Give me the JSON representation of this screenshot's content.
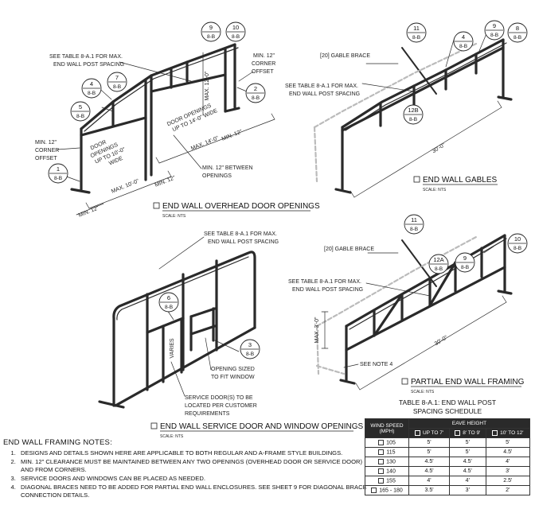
{
  "details": {
    "overhead": {
      "title": "END WALL OVERHEAD DOOR OPENINGS",
      "scale": "SCALE: NTS",
      "notes": {
        "max_spacing": [
          "SEE TABLE 8-A.1 FOR MAX.",
          "END WALL POST SPACING"
        ],
        "min_corner_left": [
          "MIN. 12\"",
          "CORNER",
          "OFFSET"
        ],
        "min_corner_right": [
          "MIN. 12\"",
          "CORNER",
          "OFFSET"
        ],
        "door_left": [
          "DOOR",
          "OPENINGS",
          "UP TO 10'-0\"",
          "WIDE"
        ],
        "door_right": [
          "DOOR OPENINGS",
          "UP TO 14'-0\" WIDE"
        ],
        "max_12": "MAX. 12'-0\"",
        "max_10": "MAX. 10'-0\"",
        "max_14": "MAX. 14'-0\"",
        "min_12_a": "MIN. 12\"",
        "min_12_b": "MIN. 12\"",
        "min_12_c": "MIN. 12\"",
        "between": [
          "MIN. 12\" BETWEEN",
          "OPENINGS"
        ]
      }
    },
    "gables": {
      "title": "END WALL GABLES",
      "scale": "SCALE: NTS",
      "notes": {
        "gable_brace": "[20] GABLE BRACE",
        "max_spacing": [
          "SEE TABLE 8-A.1 FOR MAX.",
          "END WALL POST SPACING"
        ],
        "width": "30'-0\""
      }
    },
    "service": {
      "title": "END WALL SERVICE DOOR AND WINDOW OPENINGS",
      "scale": "SCALE: NTS",
      "notes": {
        "max_spacing": [
          "SEE TABLE 8-A.1 FOR MAX.",
          "END WALL POST SPACING"
        ],
        "varies": "VARIES",
        "window": [
          "OPENING SIZED",
          "TO FIT WINDOW"
        ],
        "doors": [
          "SERVICE DOOR(S) TO BE",
          "LOCATED PER CUSTOMER",
          "REQUIREMENTS"
        ]
      }
    },
    "partial": {
      "title": "PARTIAL END WALL FRAMING",
      "scale": "SCALE: NTS",
      "notes": {
        "gable_brace": "[20] GABLE BRACE",
        "max_spacing": [
          "SEE TABLE 8-A.1 FOR MAX.",
          "END WALL POST SPACING"
        ],
        "max_3": "MAX. 3'-0\"",
        "note4": "SEE NOTE 4",
        "width": "30'-0\""
      }
    }
  },
  "bubbles": [
    {
      "num": "9",
      "sheet": "8-B"
    },
    {
      "num": "10",
      "sheet": "8-B"
    },
    {
      "num": "7",
      "sheet": "8-B"
    },
    {
      "num": "4",
      "sheet": "8-B"
    },
    {
      "num": "5",
      "sheet": "8-B"
    },
    {
      "num": "2",
      "sheet": "8-B"
    },
    {
      "num": "1",
      "sheet": "8-B"
    },
    {
      "num": "11",
      "sheet": "8-B"
    },
    {
      "num": "4",
      "sheet": "8-B"
    },
    {
      "num": "9",
      "sheet": "8-B"
    },
    {
      "num": "8",
      "sheet": "8-B"
    },
    {
      "num": "12B",
      "sheet": "8-B"
    },
    {
      "num": "6",
      "sheet": "8-B"
    },
    {
      "num": "3",
      "sheet": "8-B"
    },
    {
      "num": "11",
      "sheet": "8-B"
    },
    {
      "num": "12A",
      "sheet": "8-B"
    },
    {
      "num": "9",
      "sheet": "8-B"
    },
    {
      "num": "10",
      "sheet": "8-B"
    }
  ],
  "notes": {
    "title": "END WALL FRAMING NOTES:",
    "items": [
      "DESIGNS AND DETAILS SHOWN HERE ARE APPLICABLE TO BOTH REGULAR AND A-FRAME STYLE BUILDINGS.",
      "MIN. 12\" CLEARANCE MUST BE MAINTAINED BETWEEN ANY TWO OPENINGS (OVERHEAD DOOR OR SERVICE DOOR) AND FROM CORNERS.",
      "SERVICE DOORS AND WINDOWS CAN BE PLACED AS NEEDED.",
      "DIAGONAL BRACES NEED TO BE ADDED FOR PARTIAL END WALL ENCLOSURES. SEE SHEET 9 FOR DIAGONAL BRACE CONNECTION DETAILS."
    ]
  },
  "schedule": {
    "title": [
      "TABLE 8-A.1: END WALL POST",
      "SPACING SCHEDULE"
    ],
    "header_wind": "WIND SPEED (MPH)",
    "header_eave": "EAVE HEIGHT",
    "columns": [
      "UP TO 7'",
      "8' TO 9'",
      "10' TO 12'"
    ],
    "rows": [
      {
        "speed": "105",
        "vals": [
          "5'",
          "5'",
          "5'"
        ]
      },
      {
        "speed": "115",
        "vals": [
          "5'",
          "5'",
          "4.5'"
        ]
      },
      {
        "speed": "130",
        "vals": [
          "4.5'",
          "4.5'",
          "4'"
        ]
      },
      {
        "speed": "140",
        "vals": [
          "4.5'",
          "4.5'",
          "3'"
        ]
      },
      {
        "speed": "155",
        "vals": [
          "4'",
          "4'",
          "2.5'"
        ]
      },
      {
        "speed": "165 - 180",
        "vals": [
          "3.5'",
          "3'",
          "2'"
        ]
      }
    ]
  }
}
